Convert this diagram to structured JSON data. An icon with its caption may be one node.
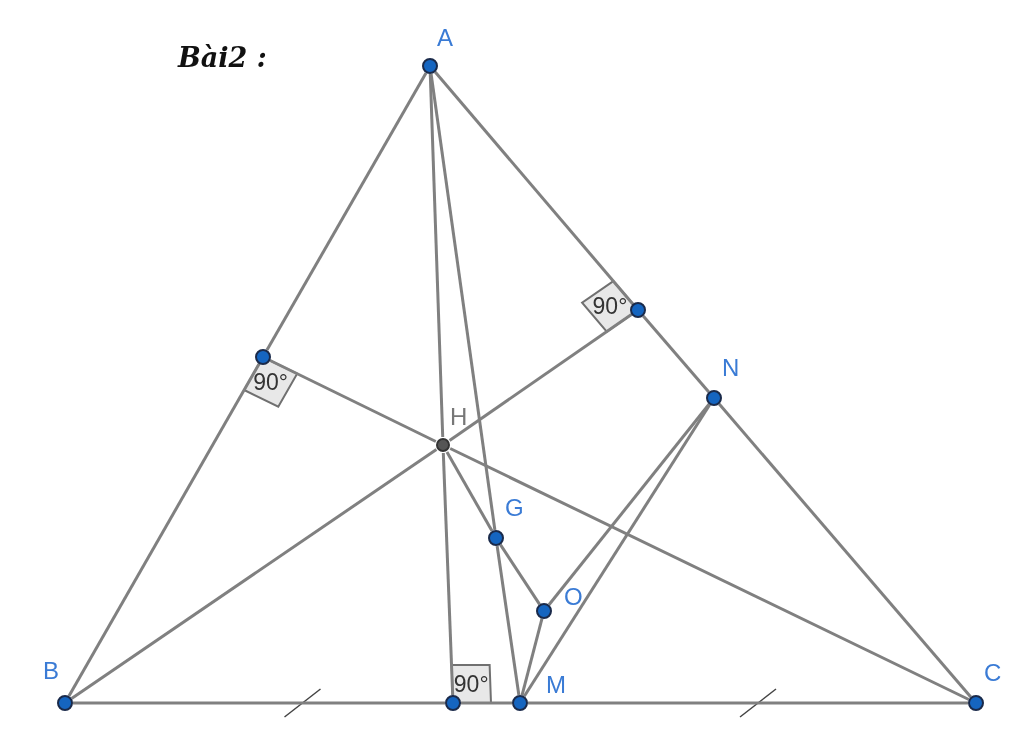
{
  "diagram": {
    "title": "Bài2 :",
    "nodes": [
      {
        "text": [
          "A"
        ]
      },
      {
        "text": [],
        "shape": "circle"
      },
      {
        "text": [],
        "shape": "circle"
      },
      {
        "text": [
          "N"
        ]
      },
      {
        "text": [
          "H"
        ]
      },
      {
        "text": [
          "G"
        ]
      },
      {
        "text": [
          "O"
        ]
      },
      {
        "text": [
          "B"
        ]
      },
      {
        "text": [],
        "shape": "circle"
      },
      {
        "text": [
          "M"
        ]
      },
      {
        "text": [
          "C"
        ]
      }
    ],
    "edges": [
      {
        "from": 0,
        "to": 1,
        "arrow": "none"
      },
      {
        "from": 1,
        "to": 7,
        "arrow": "none"
      },
      {
        "from": 0,
        "to": 2,
        "arrow": "none"
      },
      {
        "from": 2,
        "to": 3,
        "arrow": "none"
      },
      {
        "from": 3,
        "to": 10,
        "arrow": "none"
      },
      {
        "from": 7,
        "to": 8,
        "arrow": "none"
      },
      {
        "from": 8,
        "to": 9,
        "arrow": "none"
      },
      {
        "from": 9,
        "to": 10,
        "arrow": "none"
      },
      {
        "from": 0,
        "to": 4,
        "arrow": "none"
      },
      {
        "from": 4,
        "to": 8,
        "arrow": "none"
      },
      {
        "from": 7,
        "to": 4,
        "arrow": "none"
      },
      {
        "from": 4,
        "to": 2,
        "arrow": "none"
      },
      {
        "from": 10,
        "to": 4,
        "arrow": "none"
      },
      {
        "from": 4,
        "to": 1,
        "arrow": "none"
      },
      {
        "from": 0,
        "to": 5,
        "arrow": "none"
      },
      {
        "from": 5,
        "to": 9,
        "arrow": "none"
      },
      {
        "from": 4,
        "to": 5,
        "arrow": "none"
      },
      {
        "from": 5,
        "to": 6,
        "arrow": "none"
      },
      {
        "from": 6,
        "to": 9,
        "arrow": "none"
      },
      {
        "from": 6,
        "to": 3,
        "arrow": "none"
      },
      {
        "from": 3,
        "to": 9,
        "arrow": "none"
      }
    ],
    "labels": [
      "90°",
      "90°",
      "90°"
    ]
  }
}
